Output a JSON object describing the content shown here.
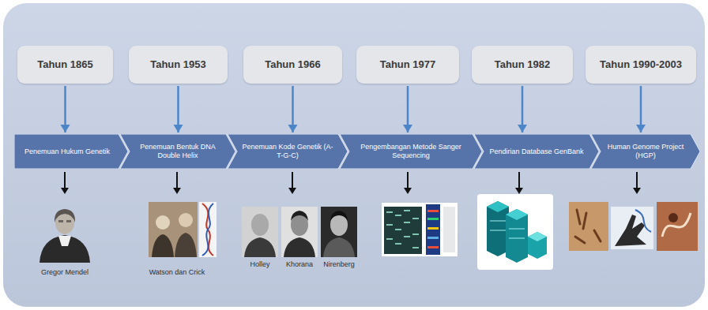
{
  "diagram": {
    "nodes": [
      {
        "text": [
          "Tahun 1865"
        ]
      },
      {
        "text": [
          "Tahun 1953"
        ]
      },
      {
        "text": [
          "Tahun 1966"
        ]
      },
      {
        "text": [
          "Tahun 1977"
        ]
      },
      {
        "text": [
          "Tahun 1982"
        ]
      },
      {
        "text": [
          "Tahun 1990-2003"
        ]
      },
      {
        "text": [
          "Penemuan Hukum Genetik"
        ]
      },
      {
        "text": [
          "Penemuan Bentuk DNA Double Helix"
        ]
      },
      {
        "text": [
          "Penemuan Kode Genetik (A-T-G-C)"
        ]
      },
      {
        "text": [
          "Pengembangan Metode Sanger Sequencing"
        ]
      },
      {
        "text": [
          "Pendirian Database GenBank"
        ]
      },
      {
        "text": [
          "Human Genome Project (HGP)"
        ]
      }
    ],
    "edges": [
      {
        "from": 0,
        "to": 6,
        "arrow": "to"
      },
      {
        "from": 1,
        "to": 7,
        "arrow": "to"
      },
      {
        "from": 2,
        "to": 8,
        "arrow": "to"
      },
      {
        "from": 3,
        "to": 9,
        "arrow": "to"
      },
      {
        "from": 4,
        "to": 10,
        "arrow": "to"
      },
      {
        "from": 5,
        "to": 11,
        "arrow": "to"
      }
    ],
    "labels": [
      "Gregor Mendel",
      "Watson dan Crick",
      "Holley",
      "Khorana",
      "Nirenberg"
    ]
  }
}
